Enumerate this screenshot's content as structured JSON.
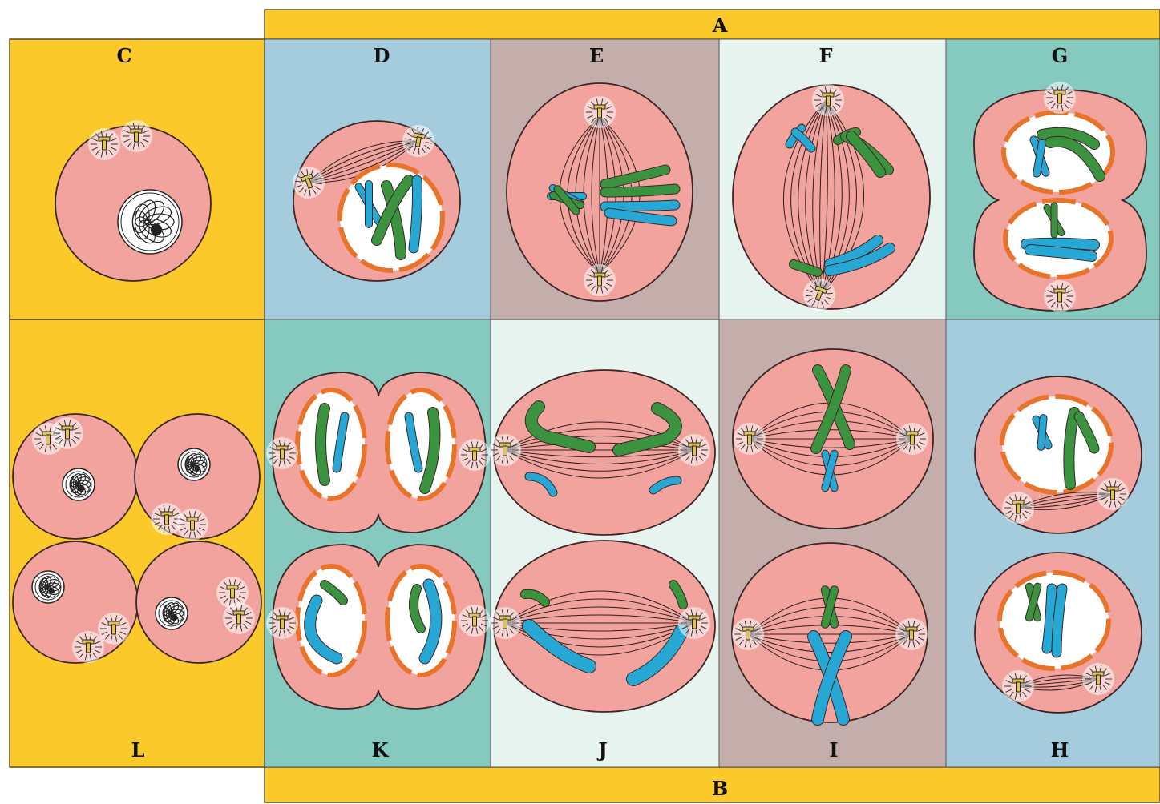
{
  "diagram": {
    "colors": {
      "band": "#fcc92a",
      "blue_panel": "#a4ccdd",
      "taupe_panel": "#c3aeab",
      "mint_panel": "#e6f3ee",
      "teal_panel": "#86c9bf",
      "cell": "#f2a39e",
      "membrane": "#e8742c",
      "chrom_green": "#3b9340",
      "chrom_blue": "#27a8d4",
      "centriole": "#e0c45a",
      "outline": "#3a2626"
    },
    "labels": {
      "A": "A",
      "B": "B",
      "C": "C",
      "D": "D",
      "E": "E",
      "F": "F",
      "G": "G",
      "H": "H",
      "I": "I",
      "J": "J",
      "K": "K",
      "L": "L"
    }
  }
}
